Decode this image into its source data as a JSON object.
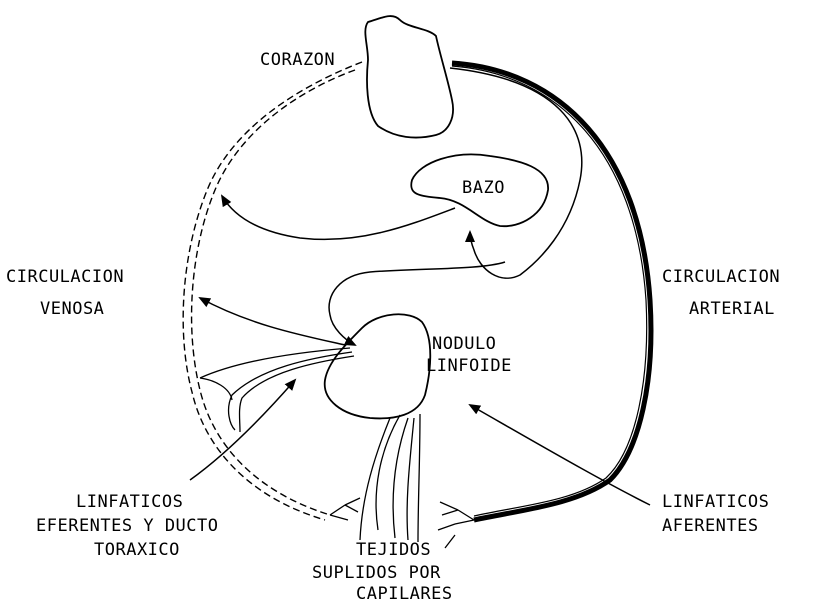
{
  "labels": {
    "corazon": "CORAZON",
    "bazo": "BAZO",
    "circ_venosa_1": "CIRCULACION",
    "circ_venosa_2": "VENOSA",
    "circ_arterial_1": "CIRCULACION",
    "circ_arterial_2": "ARTERIAL",
    "nodulo_1": "NODULO",
    "nodulo_2": "LINFOIDE",
    "eferentes_1": "LINFATICOS",
    "eferentes_2": "EFERENTES Y DUCTO",
    "eferentes_3": "TORAXICO",
    "aferentes_1": "LINFATICOS",
    "aferentes_2": "AFERENTES",
    "tejidos_1": "TEJIDOS",
    "tejidos_2": "SUPLIDOS POR",
    "tejidos_3": "CAPILARES"
  },
  "colors": {
    "ink": "#000000",
    "paper": "#ffffff"
  }
}
